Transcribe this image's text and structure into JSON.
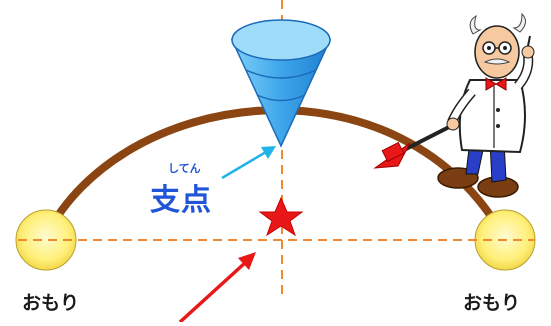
{
  "labels": {
    "weight_left": "おもり",
    "weight_right": "おもり",
    "fulcrum": "支点",
    "fulcrum_ruby": "してん"
  },
  "icons": {
    "cone": "inverted-cone",
    "star": "center-of-gravity-star",
    "character": "professor-pointing",
    "weights": "yellow-ball"
  },
  "colors": {
    "arc": "#8B4513",
    "guide_lines": "#F08A2C",
    "fulcrum_text": "#1F55D6",
    "fulcrum_arrow": "#22B4E8",
    "star": "#E81818",
    "red_arrow": "#E81818",
    "weight_fill": "#FFF07A",
    "cone_fill": "#5BB8F0"
  }
}
